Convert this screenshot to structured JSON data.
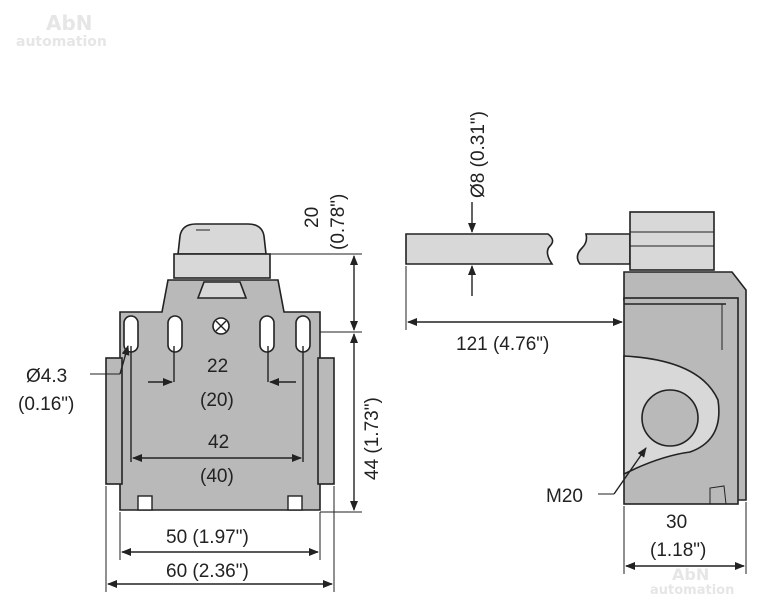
{
  "watermark": {
    "line1": "AbN",
    "line2": "automation"
  },
  "front_view": {
    "top_height": "20",
    "top_height_in": "(0.78\")",
    "body_height": "44 (1.73\")",
    "hole_dia": "Ø4.3",
    "hole_dia_in": "(0.16\")",
    "inner_spacing": "22",
    "inner_spacing_alt": "(20)",
    "outer_spacing": "42",
    "outer_spacing_alt": "(40)",
    "base_width": "50 (1.97\")",
    "total_width": "60 (2.36\")"
  },
  "side_view": {
    "rod_dia": "Ø8 (0.31\")",
    "rod_length": "121 (4.76\")",
    "thread": "M20",
    "depth": "30",
    "depth_in": "(1.18\")"
  },
  "colors": {
    "body": "#b9b9b9",
    "plunger": "#d8d8d8",
    "line": "#222222"
  }
}
